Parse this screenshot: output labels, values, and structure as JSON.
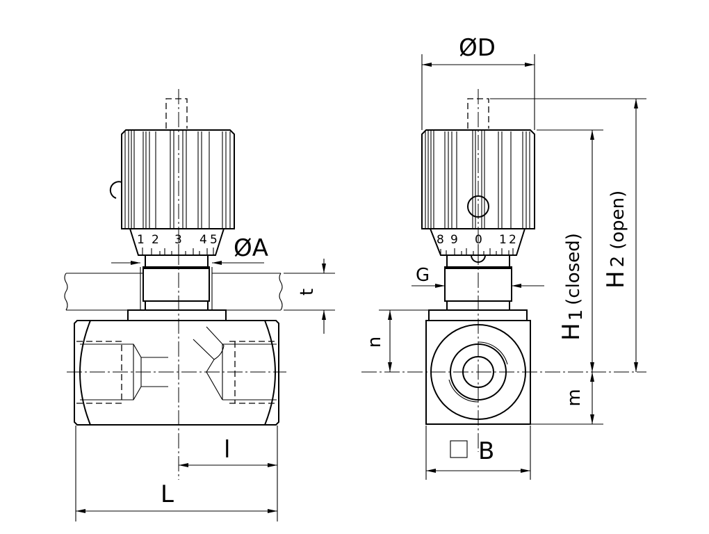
{
  "drawing": {
    "side_view": {
      "dial_numbers": [
        "1",
        "2",
        "3",
        "4",
        "5"
      ],
      "dim_A": "ØA",
      "dim_t": "t",
      "dim_l": "l",
      "dim_L": "L"
    },
    "front_view": {
      "dial_numbers": [
        "8",
        "9",
        "0",
        "1",
        "2"
      ],
      "dim_D": "ØD",
      "dim_G": "G",
      "dim_n": "n",
      "dim_H1": "H",
      "dim_H1_sub": "1",
      "dim_H1_note": "(closed)",
      "dim_H2": "H",
      "dim_H2_sub": "2",
      "dim_H2_note": "(open)",
      "dim_m": "m",
      "dim_B": "B"
    }
  }
}
